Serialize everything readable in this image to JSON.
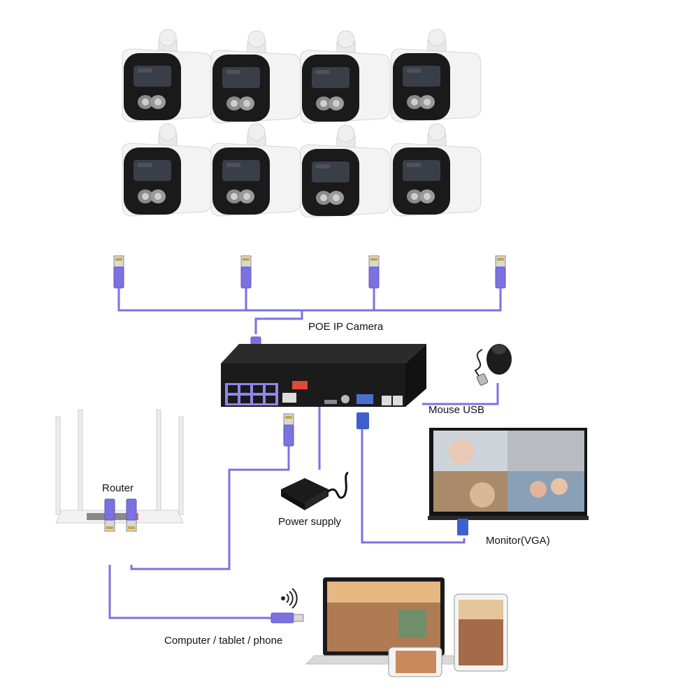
{
  "labels": {
    "poe_camera": "POE IP Camera",
    "mouse_usb": "Mouse USB",
    "router": "Router",
    "power_supply": "Power supply",
    "monitor": "Monitor(VGA)",
    "clients": "Computer / tablet / phone"
  },
  "colors": {
    "cable": "#7b72e0",
    "cable_plug": "#9a8fef",
    "device_dark": "#1b1b1b",
    "device_body": "#f4f4f4",
    "label_text": "#111111"
  },
  "icons": [
    "camera-icon",
    "ethernet-plug-icon",
    "nvr-icon",
    "mouse-icon",
    "router-icon",
    "power-adapter-icon",
    "monitor-icon",
    "laptop-icon",
    "tablet-icon",
    "phone-icon",
    "wifi-icon"
  ]
}
